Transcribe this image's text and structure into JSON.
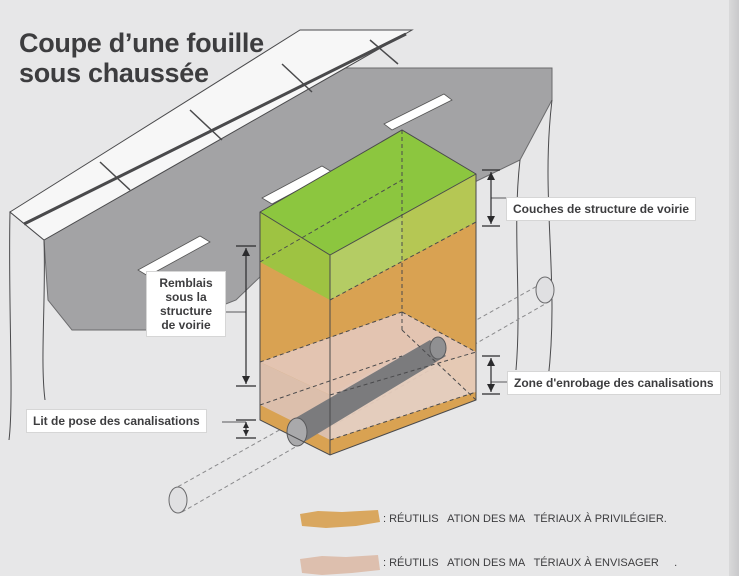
{
  "title": {
    "line1": "Coupe d’une fouille",
    "line2": "sous chaussée"
  },
  "labels": {
    "couches": "Couches de structure de voirie",
    "remblais": [
      "Remblais",
      "sous la",
      "structure",
      "de voirie"
    ],
    "zone_enrobage": "Zone d'enrobage des canalisations",
    "lit_de_pose": "Lit de pose des canalisations"
  },
  "legend": [
    {
      "text": ": RÉUTILIS   ATION DES MA   TÉRIAUX À PRIVILÉGIER.",
      "color": "#d9a75f"
    },
    {
      "text": ": RÉUTILIS   ATION DES MA   TÉRIAUX À ENVISAGER     .",
      "color": "#ddbfae"
    }
  ],
  "colors": {
    "background": "#e7e7e8",
    "road": "#a3a3a5",
    "green_layer": "#93c93f",
    "orange_backfill": "#d9a252",
    "pink_zone": "#dcc2b6",
    "pipe": "#7b7b7d"
  }
}
